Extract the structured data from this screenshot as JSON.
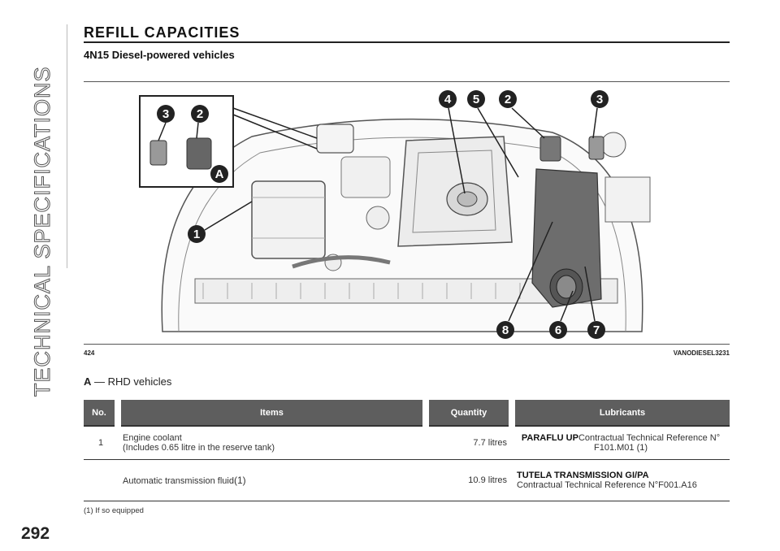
{
  "sidebar": {
    "section_title": "TECHNICAL SPECIFICATIONS"
  },
  "page": {
    "number": "292"
  },
  "header": {
    "title": "REFILL CAPACITIES",
    "subtitle": "4N15 Diesel-powered vehicles"
  },
  "figure": {
    "number": "424",
    "code": "VANODIESEL3231",
    "callouts": [
      "1",
      "2",
      "3",
      "4",
      "5",
      "6",
      "7",
      "8",
      "A"
    ],
    "inset_labels": {
      "left": "3",
      "right": "2",
      "tag": "A"
    }
  },
  "legend": {
    "letter": "A",
    "text": " — RHD vehicles"
  },
  "table": {
    "headers": {
      "no": "No.",
      "items": "Items",
      "quantity": "Quantity",
      "lubricants": "Lubricants"
    },
    "rows": [
      {
        "no": "1",
        "item_line1": "Engine coolant",
        "item_line2": "(Includes 0.65 litre in the reserve tank)",
        "quantity": "7.7 litres",
        "lub_bold": "PARAFLU UP",
        "lub_rest": "Contractual Technical Reference N° F101.M01 (1)"
      },
      {
        "no": "",
        "item_line1": "Automatic transmission fluid",
        "item_sup": "(1)",
        "quantity": "10.9 litres",
        "lub_bold": "TUTELA TRANSMISSION GI/PA",
        "lub_rest": "Contractual Technical Reference N°F001.A16"
      }
    ]
  },
  "footnote": {
    "text": "(1) If so equipped"
  }
}
